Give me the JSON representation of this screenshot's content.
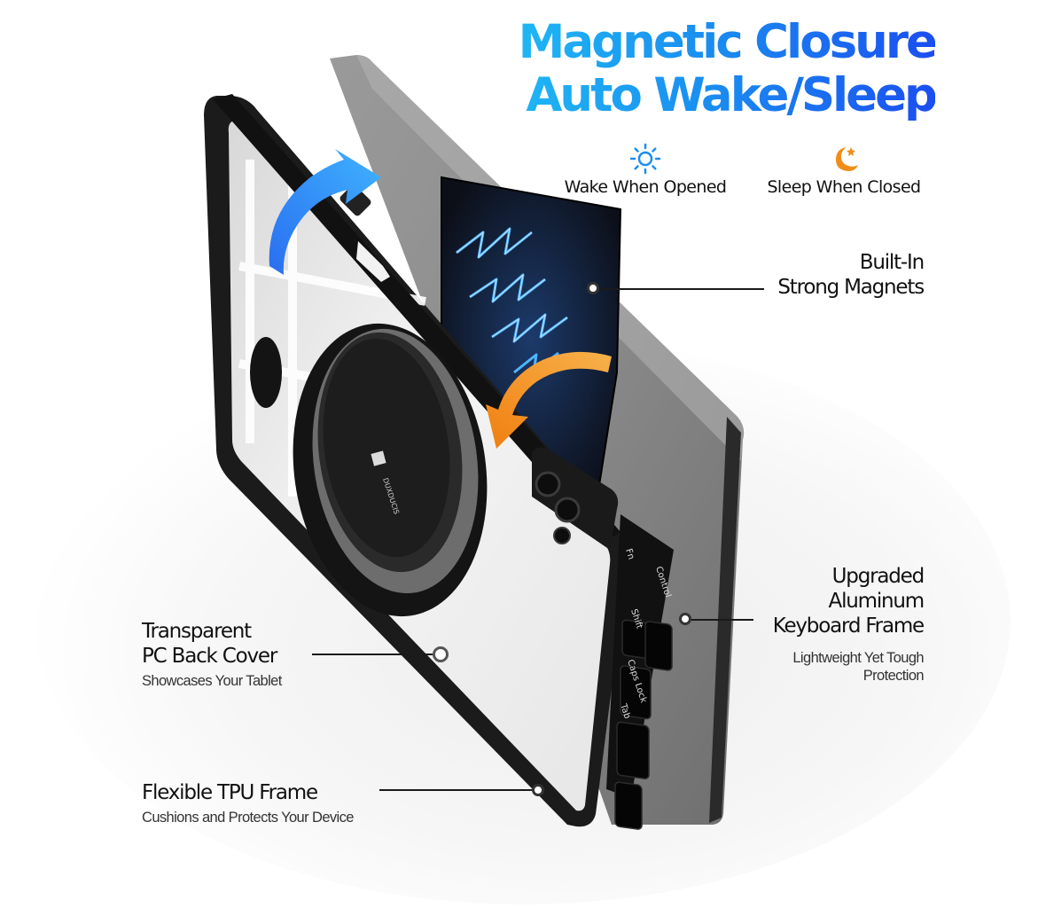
{
  "headline": {
    "line1": "Magnetic Closure",
    "line2": "Auto Wake/Sleep"
  },
  "features": [
    {
      "icon": "sun-icon",
      "label": "Wake When Opened",
      "color": "#1a8ef0"
    },
    {
      "icon": "moon-star-icon",
      "label": "Sleep When Closed",
      "color": "#f08c1a"
    }
  ],
  "callouts": {
    "magnets": {
      "line1": "Built-In",
      "line2": "Strong Magnets"
    },
    "keyboard_frame": {
      "line1": "Upgraded",
      "line2": "Aluminum",
      "line3": "Keyboard Frame",
      "sub1": "Lightweight Yet Tough",
      "sub2": "Protection"
    },
    "back_cover": {
      "line1": "Transparent",
      "line2": "PC Back Cover",
      "sub": "Showcases Your Tablet"
    },
    "tpu_frame": {
      "title": "Flexible TPU Frame",
      "sub": "Cushions and Protects Your Device"
    }
  },
  "product": {
    "brand_logo": "DUXDUCIS",
    "keys": [
      "Fn",
      "Control",
      "Shift",
      "Caps Lock",
      "Tab"
    ]
  },
  "colors": {
    "accent_blue": "#1a8ef0",
    "accent_orange": "#f39a1c",
    "case_black": "#1b1b1b",
    "lightning": "#3aa0ff"
  }
}
